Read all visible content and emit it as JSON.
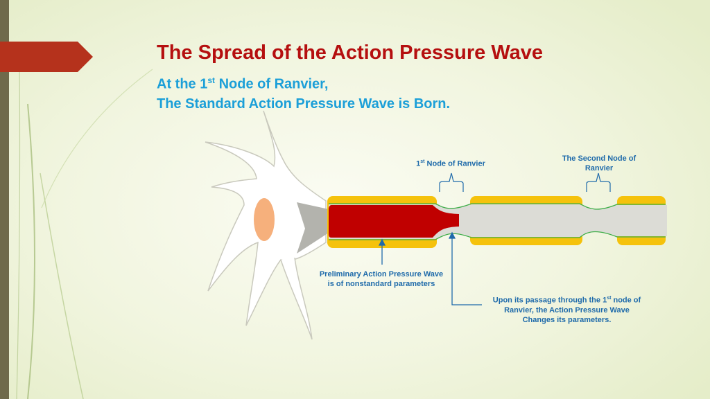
{
  "slide": {
    "title": "The Spread of the Action Pressure Wave",
    "subtitle_line1_pre": "At the 1",
    "subtitle_line1_sup": "st",
    "subtitle_line1_post": " Node of Ranvier,",
    "subtitle_line2": "The Standard Action Pressure Wave is Born."
  },
  "labels": {
    "first_node_pre": "1",
    "first_node_sup": "st",
    "first_node_post": " Node of Ranvier",
    "second_node": "The Second Node of Ranvier",
    "preliminary_line1": "Preliminary Action Pressure Wave",
    "preliminary_line2": "is of nonstandard parameters",
    "passage_line1_pre": "Upon its passage through the  1",
    "passage_line1_sup": "st",
    "passage_line1_post": "  node of",
    "passage_line2": "Ranvier, the Action Pressure Wave",
    "passage_line3": "Changes its parameters."
  },
  "colors": {
    "title": "#b50f0f",
    "subtitle": "#1b9fd8",
    "label": "#1e6aaa",
    "myelin": "#f5c20c",
    "wave": "#c00000",
    "axon": "#dcdcd6",
    "nucleus": "#f6b07c",
    "membrane_line": "#3fae49",
    "arrow": "#1e6aaa"
  }
}
